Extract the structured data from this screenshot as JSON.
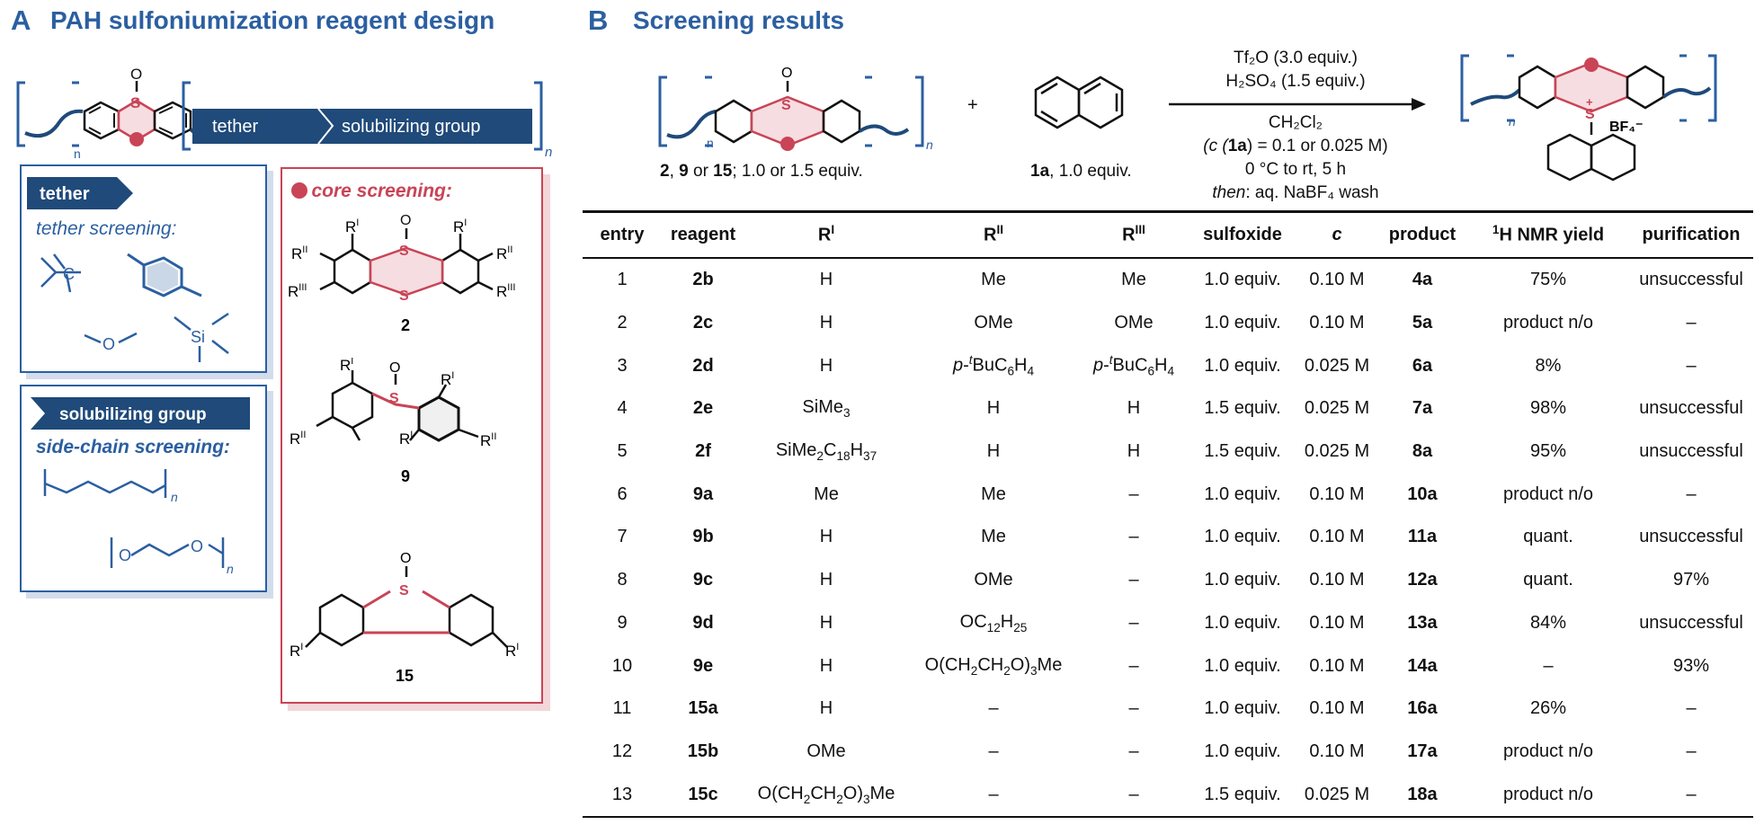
{
  "panel_a": {
    "letter": "A",
    "title": "PAH sulfoniumization reagent design",
    "banner_tether": "tether",
    "banner_solubilizing": "solubilizing group",
    "n_label": "n",
    "tether_box": {
      "tag": "tether",
      "caption": "tether screening:",
      "atom_c": "C",
      "atom_o": "O",
      "atom_si": "Si"
    },
    "solub_box": {
      "tag": "solubilizing group",
      "caption": "side-chain screening:",
      "atom_o": "O"
    },
    "core_box": {
      "caption": "core screening:",
      "label_2": "2",
      "label_9": "9",
      "label_15": "15",
      "r1": "R",
      "r1_sup": "I",
      "r2_sup": "II",
      "r3_sup": "III"
    }
  },
  "panel_b": {
    "letter": "B",
    "title": "Screening results",
    "reagent_caption": {
      "bold1": "2",
      "sep1": ", ",
      "bold2": "9",
      "mid": " or ",
      "bold3": "15",
      "rest": "; 1.0 or 1.5 equiv."
    },
    "plus": "+",
    "naphthalene_caption": {
      "bold": "1a",
      "rest": ", 1.0 equiv."
    },
    "conditions": {
      "line1": "Tf₂O (3.0 equiv.)",
      "line2": "H₂SO₄ (1.5 equiv.)",
      "line3": "CH₂Cl₂",
      "line4_pre": "(c (",
      "line4_bold": "1a",
      "line4_post": ") = 0.1 or 0.025 M)",
      "line5": "0 °C to rt, 5 h",
      "line6_italic": "then",
      "line6_rest": ": aq. NaBF₄ wash"
    },
    "product_anion": "BF₄⁻"
  },
  "table": {
    "headers": [
      "entry",
      "reagent",
      "RI",
      "RII",
      "RIII",
      "sulfoxide",
      "c",
      "product",
      "1H NMR yield",
      "purification"
    ],
    "rows": [
      [
        "1",
        "2b",
        "H",
        "Me",
        "Me",
        "1.0 equiv.",
        "0.10 M",
        "4a",
        "75%",
        "unsuccessful"
      ],
      [
        "2",
        "2c",
        "H",
        "OMe",
        "OMe",
        "1.0 equiv.",
        "0.10 M",
        "5a",
        "product n/o",
        "–"
      ],
      [
        "3",
        "2d",
        "H",
        "p-tBuC6H4",
        "p-tBuC6H4",
        "1.0 equiv.",
        "0.025 M",
        "6a",
        "8%",
        "–"
      ],
      [
        "4",
        "2e",
        "SiMe3",
        "H",
        "H",
        "1.5 equiv.",
        "0.025 M",
        "7a",
        "98%",
        "unsuccessful"
      ],
      [
        "5",
        "2f",
        "SiMe2C18H37",
        "H",
        "H",
        "1.5 equiv.",
        "0.025 M",
        "8a",
        "95%",
        "unsuccessful"
      ],
      [
        "6",
        "9a",
        "Me",
        "Me",
        "–",
        "1.0 equiv.",
        "0.10 M",
        "10a",
        "product n/o",
        "–"
      ],
      [
        "7",
        "9b",
        "H",
        "Me",
        "–",
        "1.0 equiv.",
        "0.10 M",
        "11a",
        "quant.",
        "unsuccessful"
      ],
      [
        "8",
        "9c",
        "H",
        "OMe",
        "–",
        "1.0 equiv.",
        "0.10 M",
        "12a",
        "quant.",
        "97%"
      ],
      [
        "9",
        "9d",
        "H",
        "OC12H25",
        "–",
        "1.0 equiv.",
        "0.10 M",
        "13a",
        "84%",
        "unsuccessful"
      ],
      [
        "10",
        "9e",
        "H",
        "O(CH2CH2O)3Me",
        "–",
        "1.0 equiv.",
        "0.10 M",
        "14a",
        "–",
        "93%"
      ],
      [
        "11",
        "15a",
        "H",
        "–",
        "–",
        "1.0 equiv.",
        "0.10 M",
        "16a",
        "26%",
        "–"
      ],
      [
        "12",
        "15b",
        "OMe",
        "–",
        "–",
        "1.0 equiv.",
        "0.10 M",
        "17a",
        "product n/o",
        "–"
      ],
      [
        "13",
        "15c",
        "O(CH2CH2O)3Me",
        "–",
        "–",
        "1.5 equiv.",
        "0.025 M",
        "18a",
        "product n/o",
        "–"
      ]
    ]
  },
  "colors": {
    "blue": "#2b5fa1",
    "navy": "#1f4a7a",
    "red": "#c94456",
    "shadow_blue": "#d3dcea",
    "shadow_red": "#f2d6da"
  }
}
